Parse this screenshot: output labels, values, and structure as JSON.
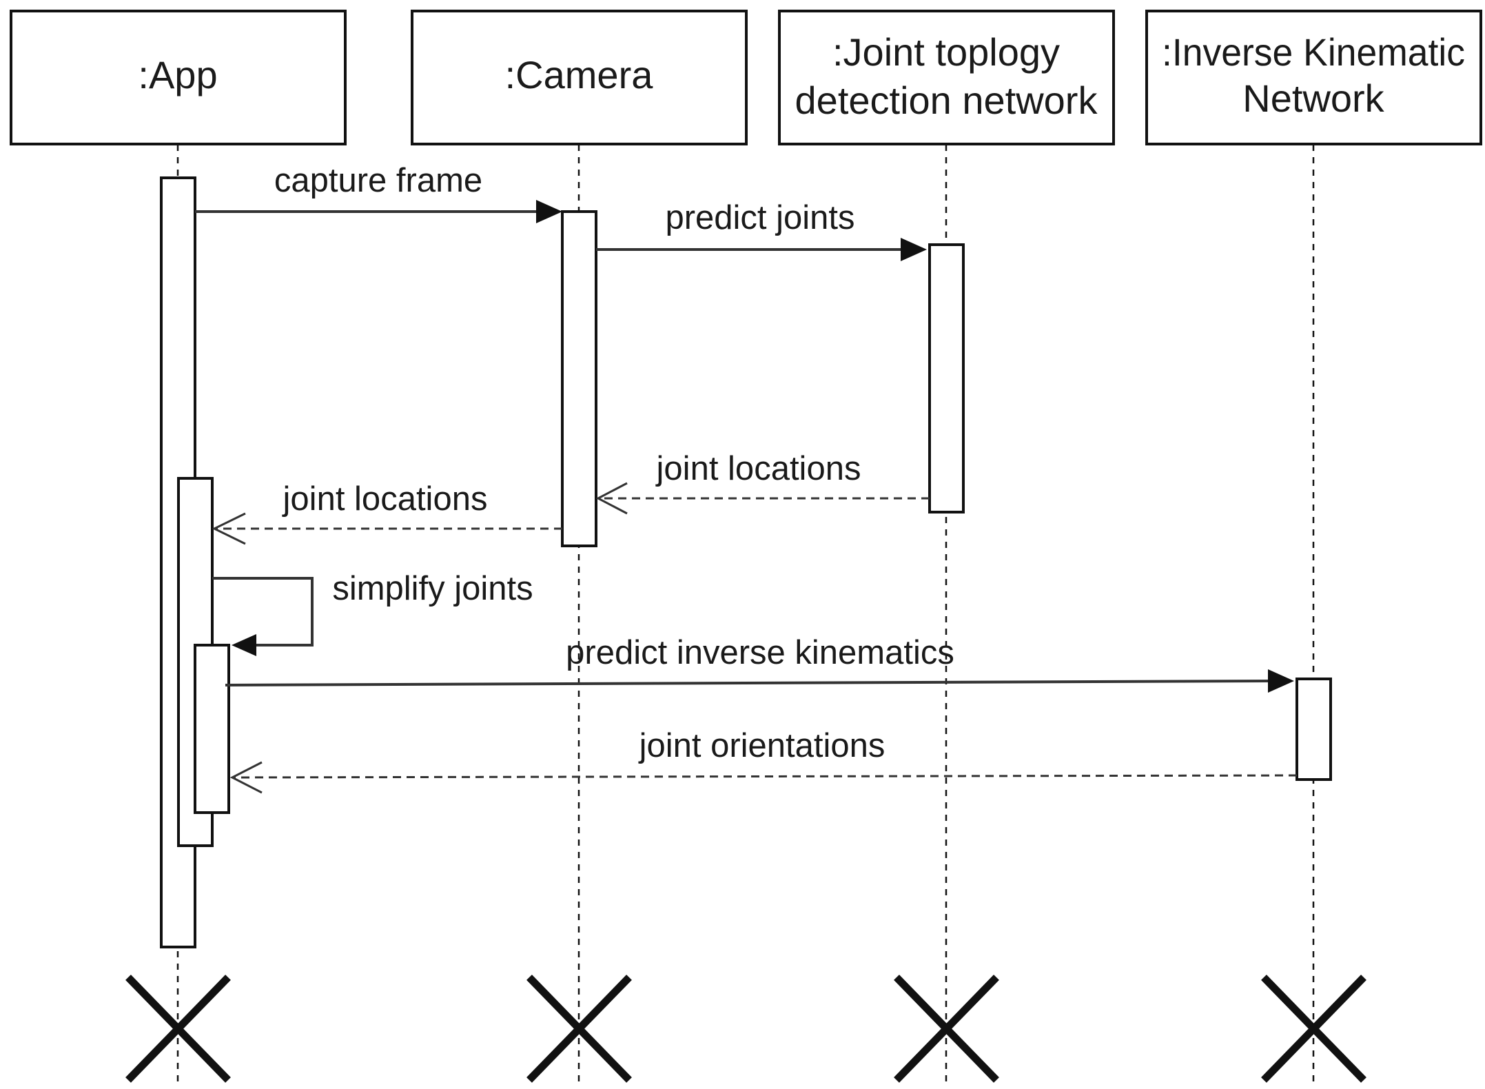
{
  "participants": [
    {
      "id": "app",
      "lines": [
        ":App"
      ]
    },
    {
      "id": "camera",
      "lines": [
        ":Camera"
      ]
    },
    {
      "id": "joint_net",
      "lines": [
        ":Joint toplogy",
        "detection network"
      ]
    },
    {
      "id": "ik_net",
      "lines": [
        ":Inverse Kinematic",
        "Network"
      ]
    }
  ],
  "messages": [
    {
      "id": "capture_frame",
      "label": "capture frame",
      "from": "app",
      "to": "camera",
      "kind": "sync"
    },
    {
      "id": "predict_joints",
      "label": "predict joints",
      "from": "camera",
      "to": "joint_net",
      "kind": "sync"
    },
    {
      "id": "joint_locations_1",
      "label": "joint locations",
      "from": "joint_net",
      "to": "camera",
      "kind": "reply"
    },
    {
      "id": "joint_locations_2",
      "label": "joint locations",
      "from": "camera",
      "to": "app",
      "kind": "reply"
    },
    {
      "id": "simplify_joints",
      "label": "simplify joints",
      "from": "app",
      "to": "app",
      "kind": "self"
    },
    {
      "id": "predict_ik",
      "label": "predict inverse kinematics",
      "from": "app",
      "to": "ik_net",
      "kind": "sync"
    },
    {
      "id": "joint_orientations",
      "label": "joint orientations",
      "from": "ik_net",
      "to": "app",
      "kind": "reply"
    }
  ],
  "colors": {
    "stroke": "#111111",
    "text": "#1a1a1a",
    "background": "#ffffff"
  }
}
